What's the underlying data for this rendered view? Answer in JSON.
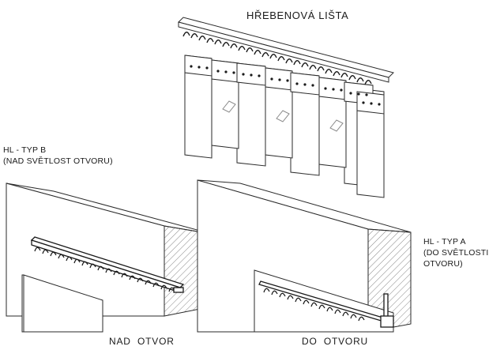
{
  "labels": {
    "title": "HŘEBENOVÁ LIŠTA",
    "type_b_line1": "HL - TYP B",
    "type_b_line2": "(NAD SVĚTLOST OTVORU)",
    "type_a_line1": "HL - TYP A",
    "type_a_line2": "(DO SVĚTLOSTI",
    "type_a_line3": "OTVORU)",
    "caption_left": "NAD  OTVOR",
    "caption_right": "DO  OTVORU"
  },
  "colors": {
    "line": "#2a2a2a",
    "background": "#ffffff",
    "hatch": "#777777"
  }
}
